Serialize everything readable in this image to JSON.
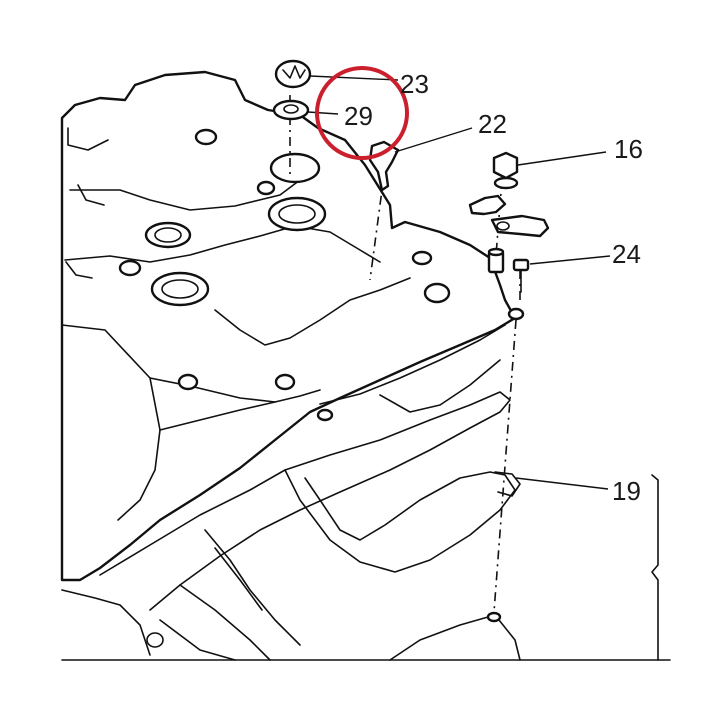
{
  "labels": {
    "p23": "23",
    "p29": "29",
    "p22": "22",
    "p16": "16",
    "p24": "24",
    "p19": "19"
  },
  "highlight": {
    "target": "29",
    "color": "#cc1f2e"
  },
  "colors": {
    "ink": "#111111",
    "background": "#ffffff"
  }
}
